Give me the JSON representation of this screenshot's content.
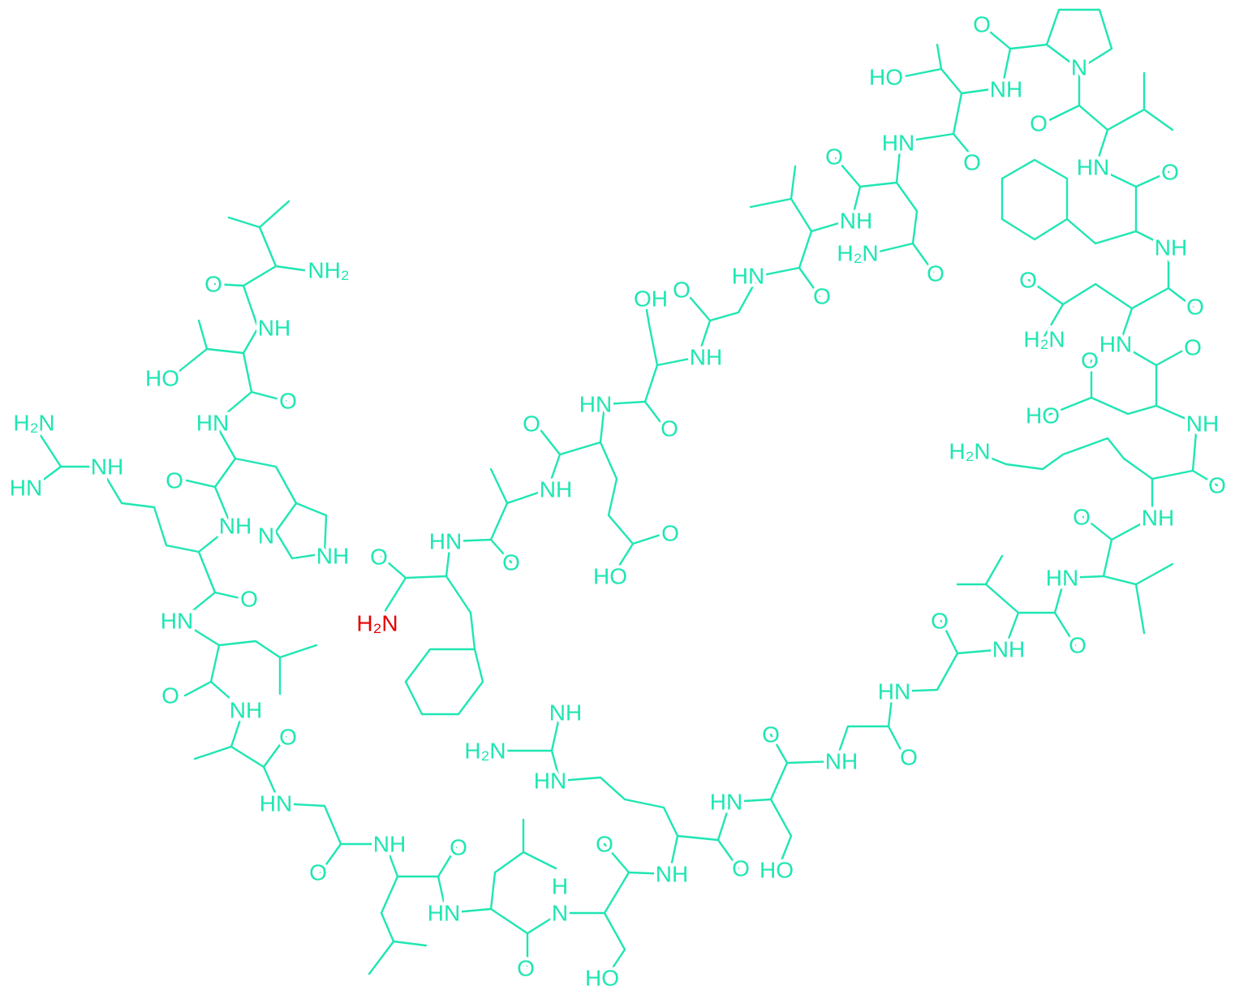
{
  "colors": {
    "atom": "#1fe6b2",
    "highlight": "#e60000"
  },
  "highlight_label_index": 79,
  "labels": [
    "NH₂",
    "O",
    "NH",
    "HO",
    "O",
    "HN",
    "H₂N",
    "NH",
    "HN",
    "O",
    "NH",
    "N",
    "NH",
    "O",
    "HN",
    "O",
    "NH",
    "O",
    "HN",
    "O",
    "NH",
    "O",
    "HN",
    "H",
    "O",
    "HO",
    "O",
    "NH",
    "O",
    "HO",
    "HN",
    "O",
    "NH",
    "O",
    "HN",
    "O",
    "NH",
    "O",
    "HN",
    "O",
    "NH",
    "O",
    "H₂N",
    "NH",
    "HO",
    "O",
    "HN",
    "O",
    "H₂N",
    "O",
    "O",
    "NH",
    "HN",
    "O",
    "O",
    "N",
    "O",
    "HO",
    "NH",
    "HN",
    "O",
    "O",
    "NH",
    "H₂N",
    "O",
    "HN",
    "O",
    "OH",
    "O",
    "NH",
    "HN",
    "O",
    "O",
    "NH",
    "O",
    "HO",
    "HN",
    "O",
    "O",
    "H₂N",
    "NH",
    "H₂N",
    "HN",
    "N"
  ]
}
